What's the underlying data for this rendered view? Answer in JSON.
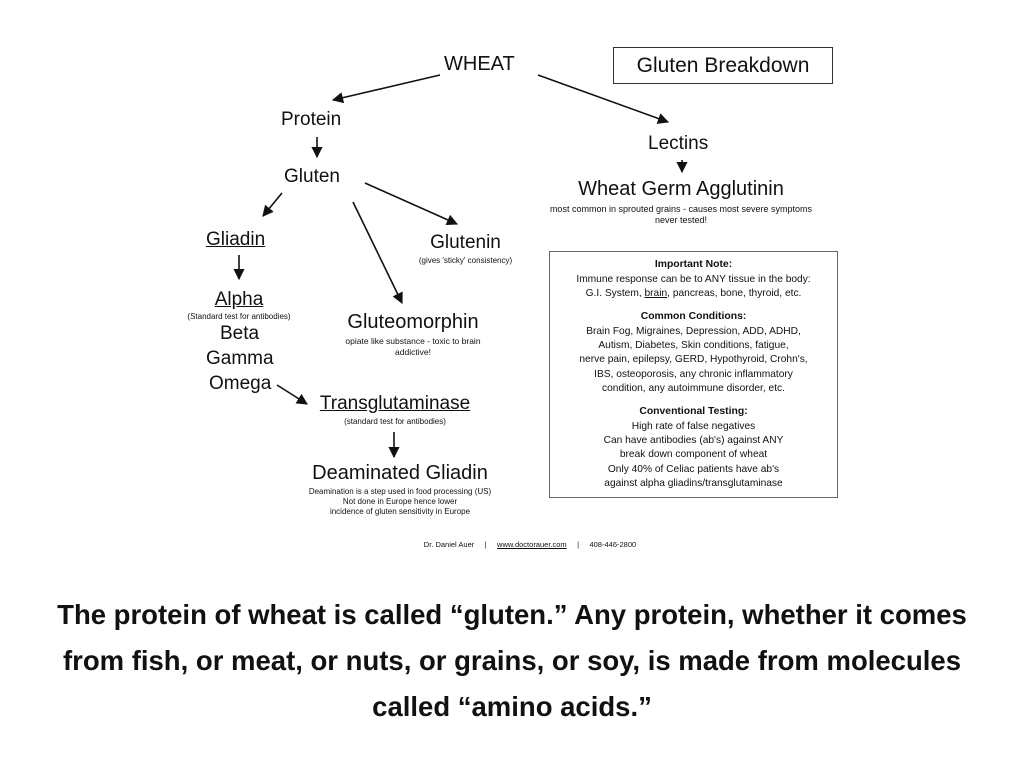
{
  "title": "Gluten Breakdown",
  "nodes": {
    "wheat": "WHEAT",
    "protein": "Protein",
    "gluten": "Gluten",
    "lectins": "Lectins",
    "wga": "Wheat Germ Agglutinin",
    "wga_note_1": "most common in sprouted grains - causes most severe symptoms",
    "wga_note_2": "never tested!",
    "gliadin": "Gliadin",
    "glutenin": "Glutenin",
    "glutenin_note": "(gives 'sticky' consistency)",
    "alpha": "Alpha",
    "alpha_note": "(Standard test for antibodies)",
    "beta": "Beta",
    "gamma": "Gamma",
    "omega": "Omega",
    "gluteomorphin": "Gluteomorphin",
    "gluteomorphin_note_1": "opiate like substance - toxic to brain",
    "gluteomorphin_note_2": "addictive!",
    "transglutaminase": "Transglutaminase",
    "transglutaminase_note": "(standard test for antibodies)",
    "deaminated_gliadin": "Deaminated Gliadin",
    "deaminated_note_1": "Deamination is a step used in food processing (US)",
    "deaminated_note_2": "Not done in Europe hence lower",
    "deaminated_note_3": "incidence of gluten sensitivity in Europe"
  },
  "note_box": {
    "important_heading": "Important Note:",
    "important_line_1": "Immune response can be to ANY tissue in the body:",
    "important_line_2a": "G.I. System, ",
    "important_line_2b": "brain",
    "important_line_2c": ", pancreas, bone, thyroid, etc.",
    "conditions_heading": "Common Conditions:",
    "conditions_lines": [
      "Brain Fog, Migraines, Depression, ADD, ADHD,",
      "Autism, Diabetes, Skin conditions, fatigue,",
      "nerve pain, epilepsy, GERD, Hypothyroid, Crohn's,",
      "IBS, osteoporosis, any chronic inflammatory",
      "condition, any autoimmune disorder, etc."
    ],
    "testing_heading": "Conventional Testing:",
    "testing_lines": [
      "High rate of false negatives",
      "Can have antibodies (ab's) against ANY",
      "break down component of wheat",
      "Only 40% of Celiac patients have ab's",
      "against alpha gliadins/transglutaminase"
    ]
  },
  "footer": {
    "author": "Dr. Daniel Auer",
    "sep": "|",
    "website": "www.doctorauer.com",
    "phone": "408-446-2800"
  },
  "caption": "The protein of wheat is called “gluten.” Any protein, whether it comes from fish, or meat, or nuts, or grains, or soy, is made from molecules called “amino acids.”"
}
